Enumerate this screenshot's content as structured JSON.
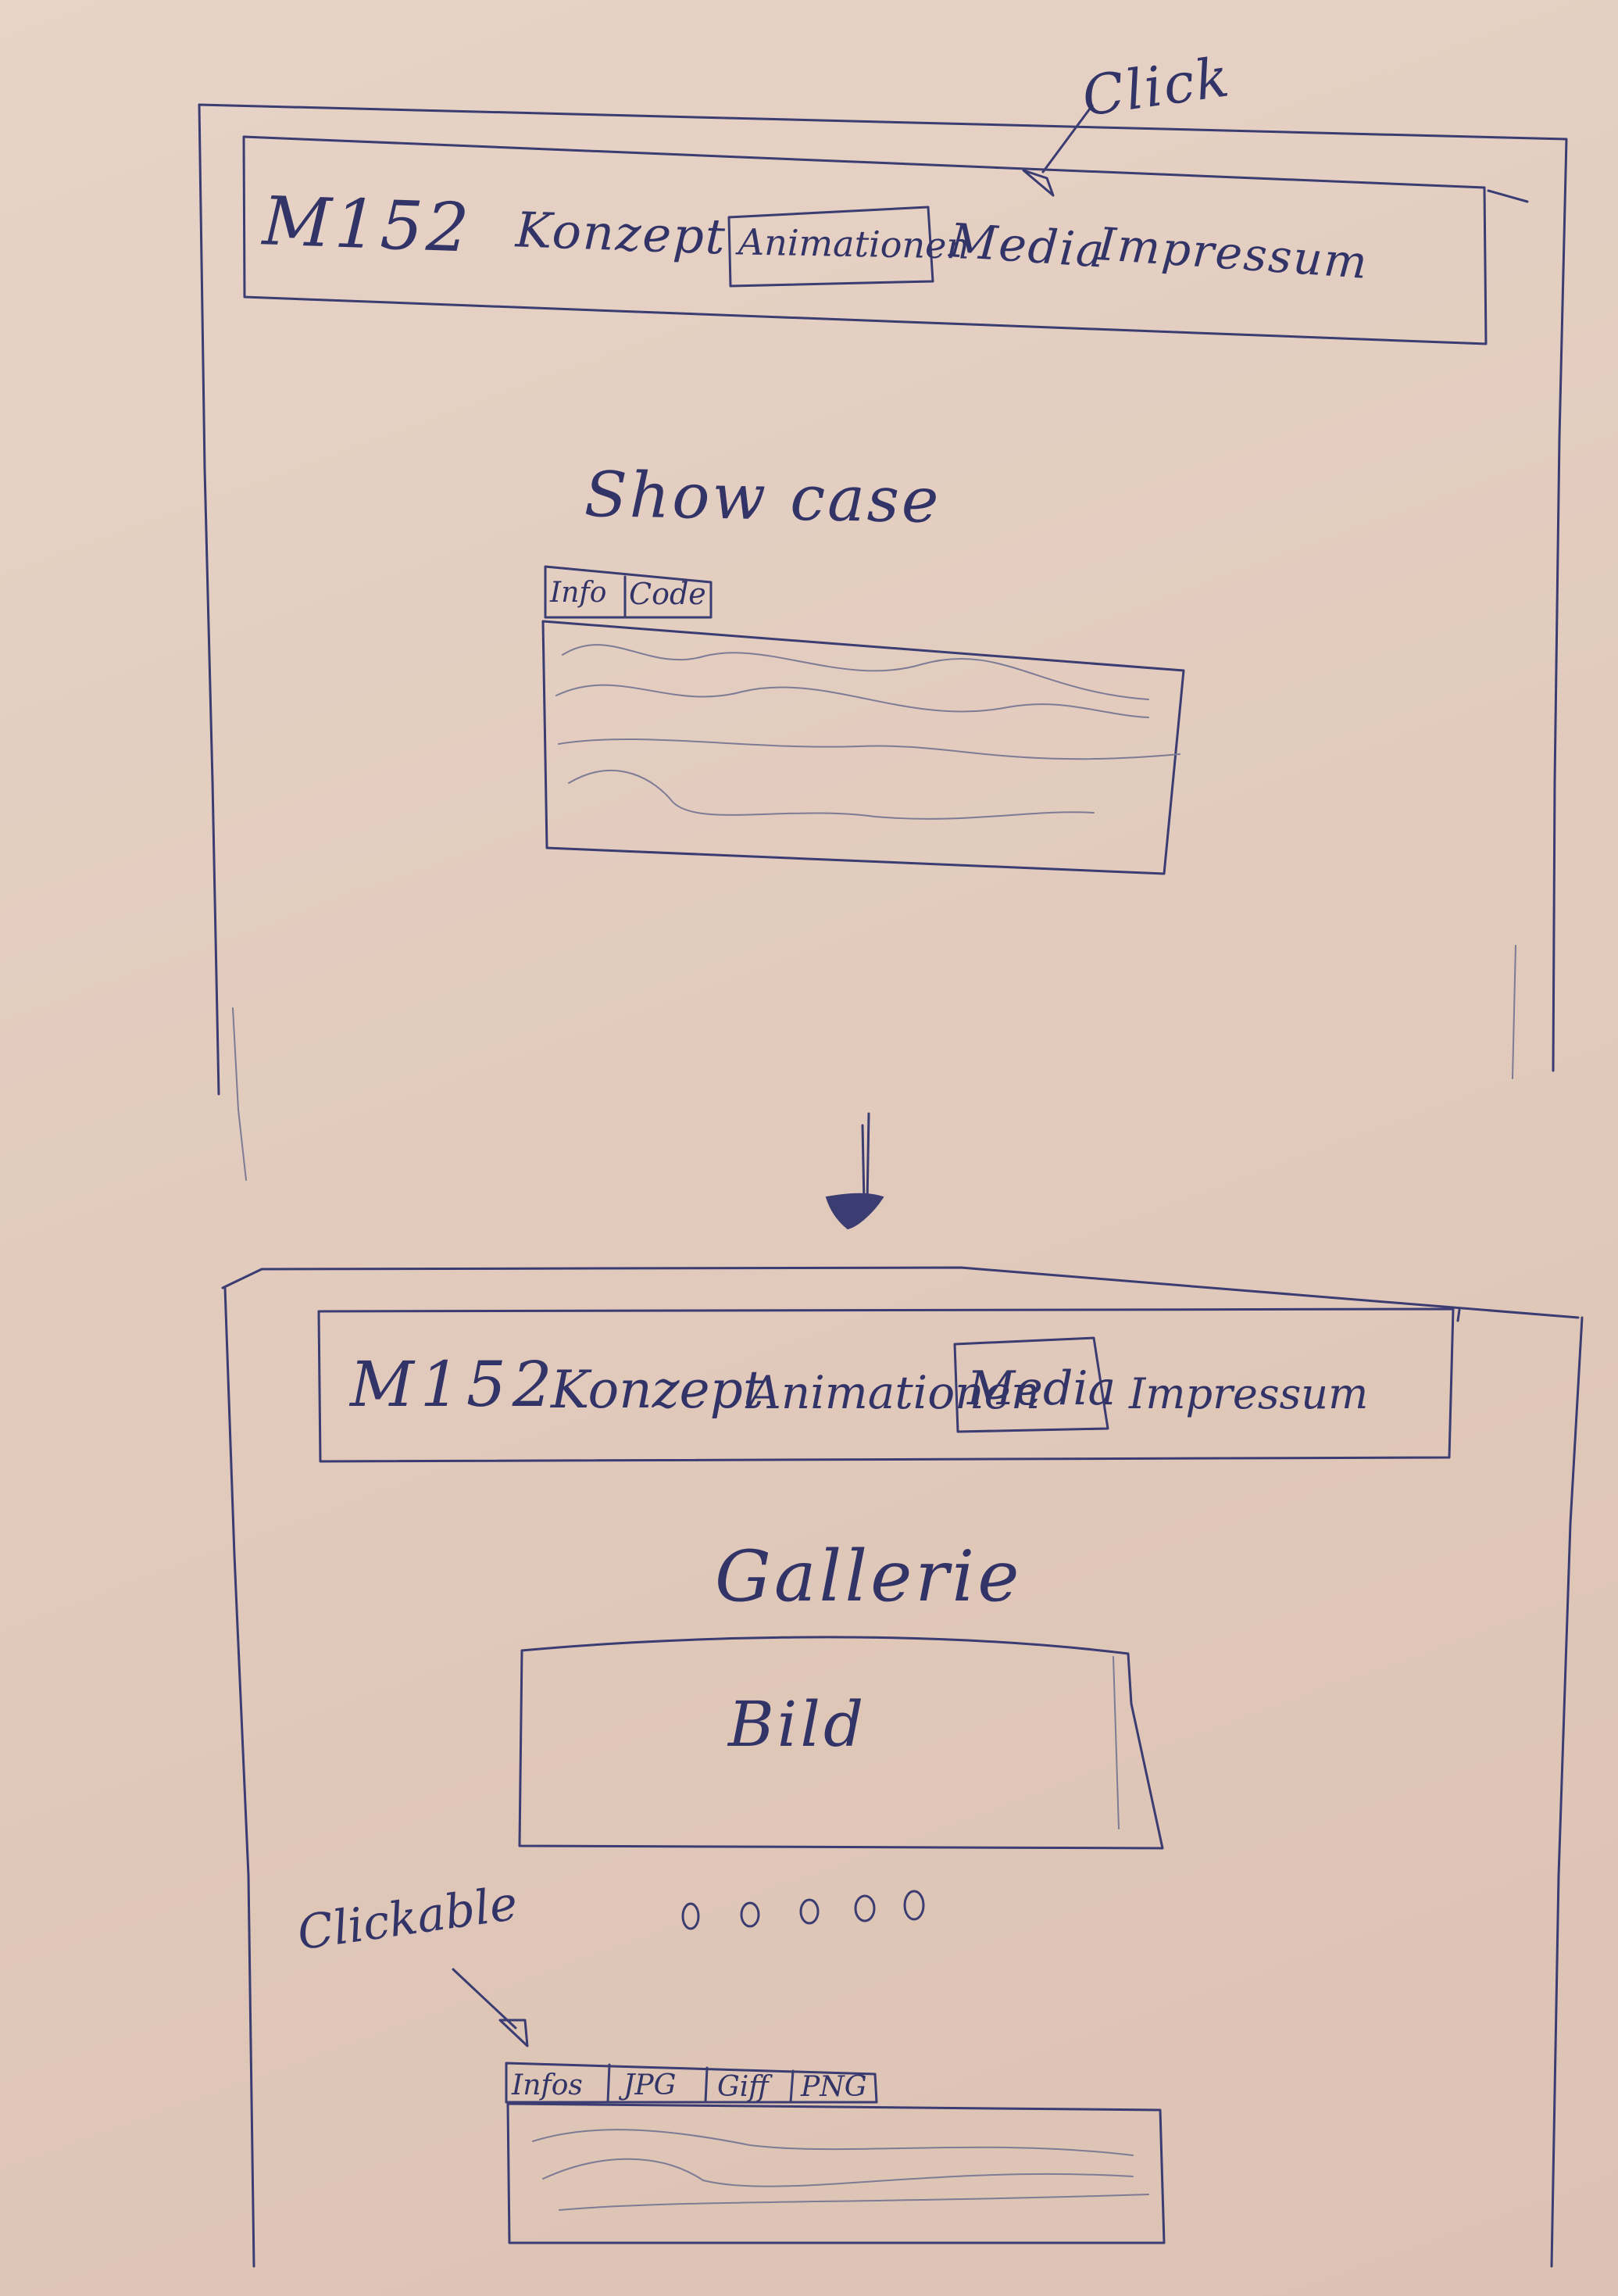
{
  "annotations": {
    "click": "Click",
    "clickable": "Clickable"
  },
  "screen1": {
    "navbar": {
      "logo": "M152",
      "items": [
        "Konzept",
        "Animationen",
        "Media",
        "Impressum"
      ],
      "active": "Animationen"
    },
    "heading": "Show case",
    "tabs": [
      "Info",
      "Code"
    ]
  },
  "screen2": {
    "navbar": {
      "logo": "M152",
      "items": [
        "Konzept",
        "Animationen",
        "Media",
        "Impressum"
      ],
      "active": "Media"
    },
    "heading": "Gallerie",
    "image_label": "Bild",
    "carousel_dots": 5,
    "tabs": [
      "Infos",
      "JPG",
      "Giff",
      "PNG"
    ]
  },
  "colors": {
    "paper": "#e2cbbd",
    "ink": "#3a3c72"
  }
}
